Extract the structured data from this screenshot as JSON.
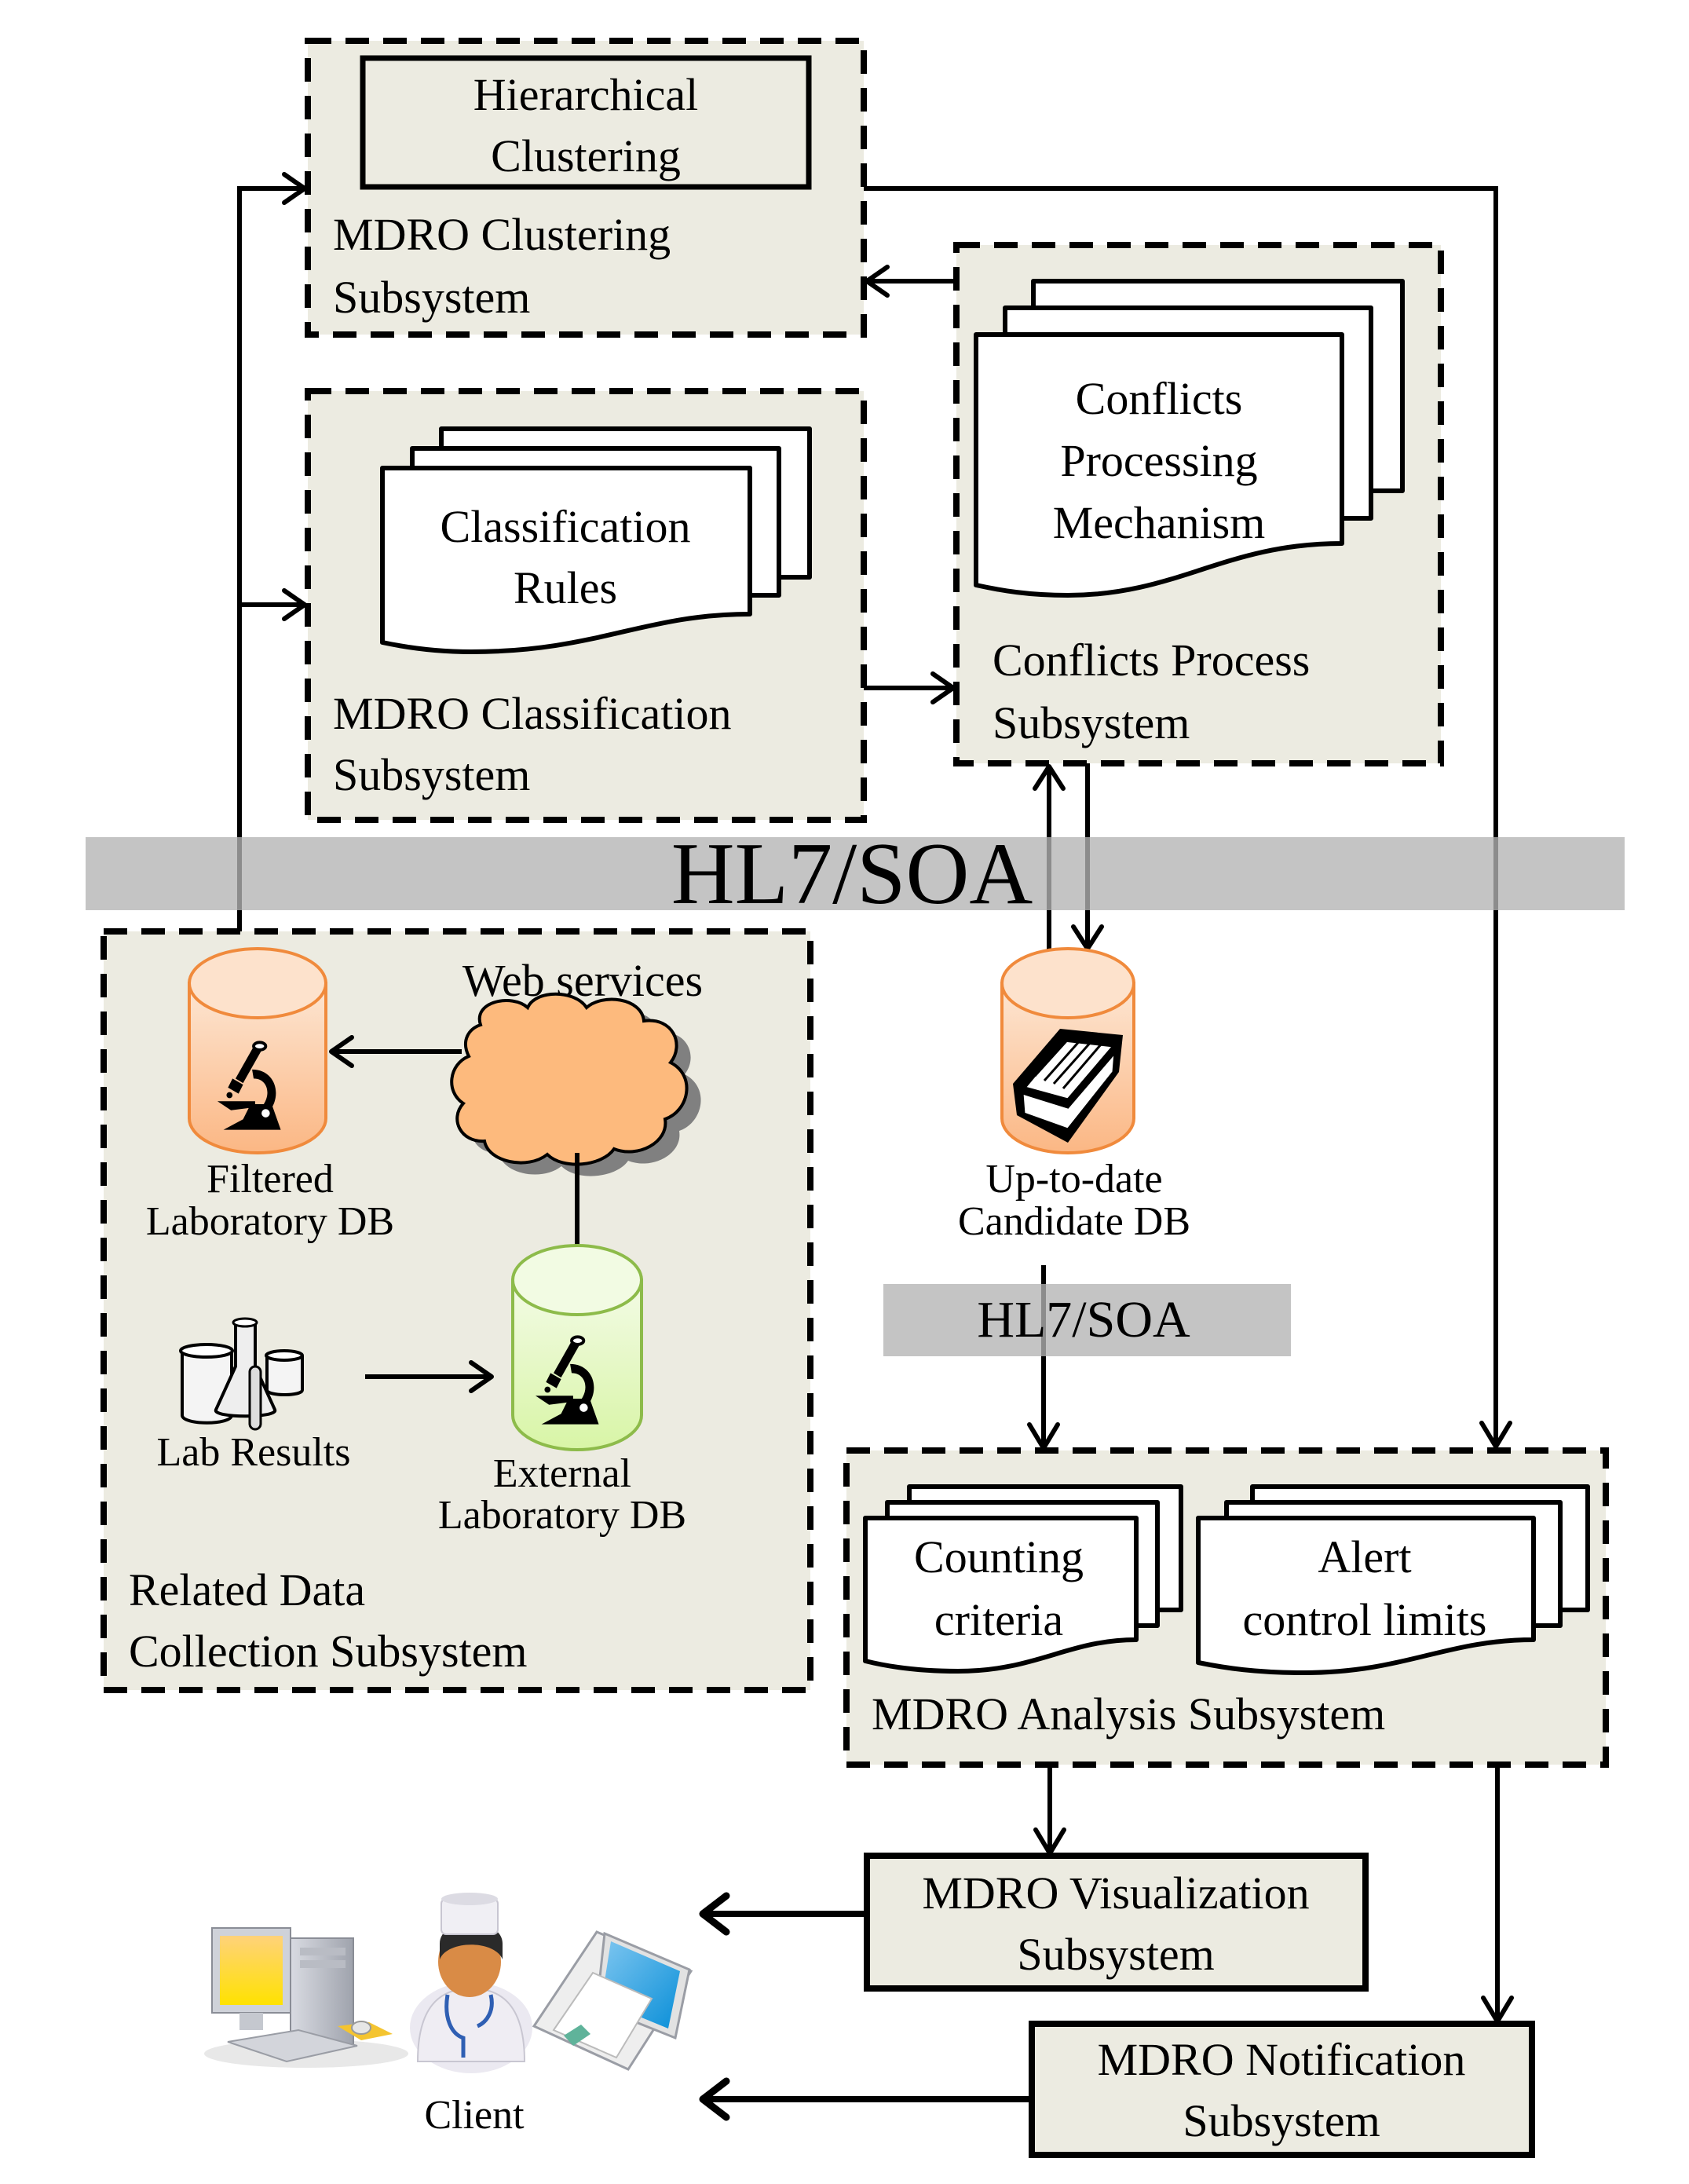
{
  "diagram": {
    "title": "MDRO surveillance system architecture",
    "colors": {
      "panel_fill": "#ecebe1",
      "band_fill": "#c6c6c6",
      "db_orange": "#fbc08e",
      "db_orange_stroke": "#f08a3c",
      "db_green": "#e3f7c4",
      "db_green_stroke": "#8dbb4a",
      "cloud_fill": "#fdba7d"
    },
    "subsystems": {
      "clustering": {
        "inner_label_lines": [
          "Hierarchical",
          "Clustering"
        ],
        "label_lines": [
          "MDRO Clustering",
          "Subsystem"
        ]
      },
      "classification": {
        "doc_label_lines": [
          "Classification",
          "Rules"
        ],
        "label_lines": [
          "MDRO Classification",
          "Subsystem"
        ]
      },
      "conflicts": {
        "doc_label_lines": [
          "Conflicts",
          "Processing",
          "Mechanism"
        ],
        "label_lines": [
          "Conflicts Process",
          "Subsystem"
        ]
      },
      "related_data": {
        "label_lines": [
          "Related Data",
          "Collection Subsystem"
        ],
        "web_services_label": "Web services",
        "filtered_db_label_lines": [
          "Filtered",
          "Laboratory DB"
        ],
        "lab_results_label": "Lab Results",
        "external_db_label_lines": [
          "External",
          "Laboratory DB"
        ]
      },
      "candidate_db": {
        "label_lines": [
          "Up-to-date",
          "Candidate DB"
        ]
      },
      "analysis": {
        "counting_doc_lines": [
          "Counting",
          "criteria"
        ],
        "alert_doc_lines": [
          "Alert",
          "control limits"
        ],
        "label": "MDRO Analysis Subsystem"
      },
      "visualization": {
        "label_lines": [
          "MDRO Visualization",
          "Subsystem"
        ]
      },
      "notification": {
        "label_lines": [
          "MDRO Notification",
          "Subsystem"
        ]
      }
    },
    "bands": {
      "main": "HL7/SOA",
      "secondary": "HL7/SOA"
    },
    "client": {
      "label": "Client",
      "icons": [
        "desktop-computer-icon",
        "doctor-icon",
        "laptop-icon"
      ]
    },
    "db_icons": {
      "filtered": "microscope-icon",
      "external": "microscope-icon",
      "candidate": "card-file-box-icon",
      "lab_results": "lab-glassware-icon",
      "web_services": "cloud-icon"
    }
  }
}
